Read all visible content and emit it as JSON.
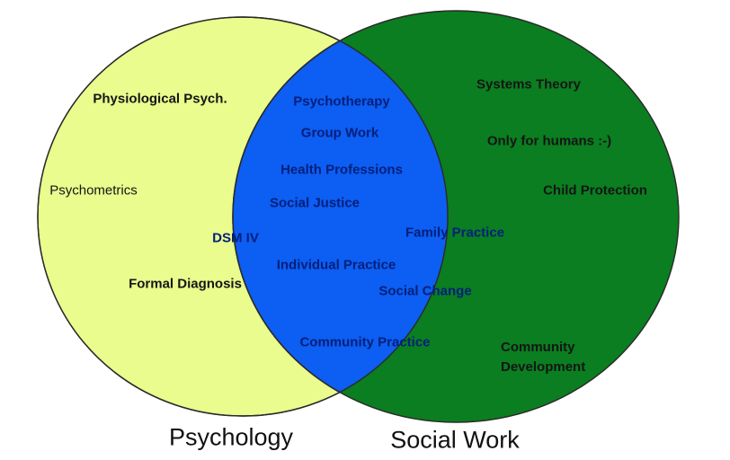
{
  "diagram": {
    "type": "venn",
    "left_set": {
      "label": "Psychology",
      "color": "#e9fc8d"
    },
    "right_set": {
      "label": "Social Work",
      "color": "#0a7e20"
    },
    "overlap": {
      "color": "#0d5ef2"
    },
    "outline_color": "#2a2a2a",
    "text_colors": {
      "black": "#151515",
      "navy": "#04207b"
    },
    "labels": {
      "psychology_only": [
        {
          "text": "Physiological Psych."
        },
        {
          "text": "Psychometrics"
        },
        {
          "text": "Formal Diagnosis"
        },
        {
          "text": "DSM IV"
        }
      ],
      "overlap": [
        {
          "text": "Psychotherapy"
        },
        {
          "text": "Group Work"
        },
        {
          "text": "Health Professions"
        },
        {
          "text": "Social Justice"
        },
        {
          "text": "Individual Practice"
        },
        {
          "text": "Community Practice"
        }
      ],
      "social_work_only": [
        {
          "text": "Family Practice"
        },
        {
          "text": "Social Change"
        },
        {
          "text": "Systems Theory"
        },
        {
          "text": "Only for humans :-)"
        },
        {
          "text": "Child Protection"
        },
        {
          "text": "Community\nDevelopment"
        }
      ]
    }
  }
}
